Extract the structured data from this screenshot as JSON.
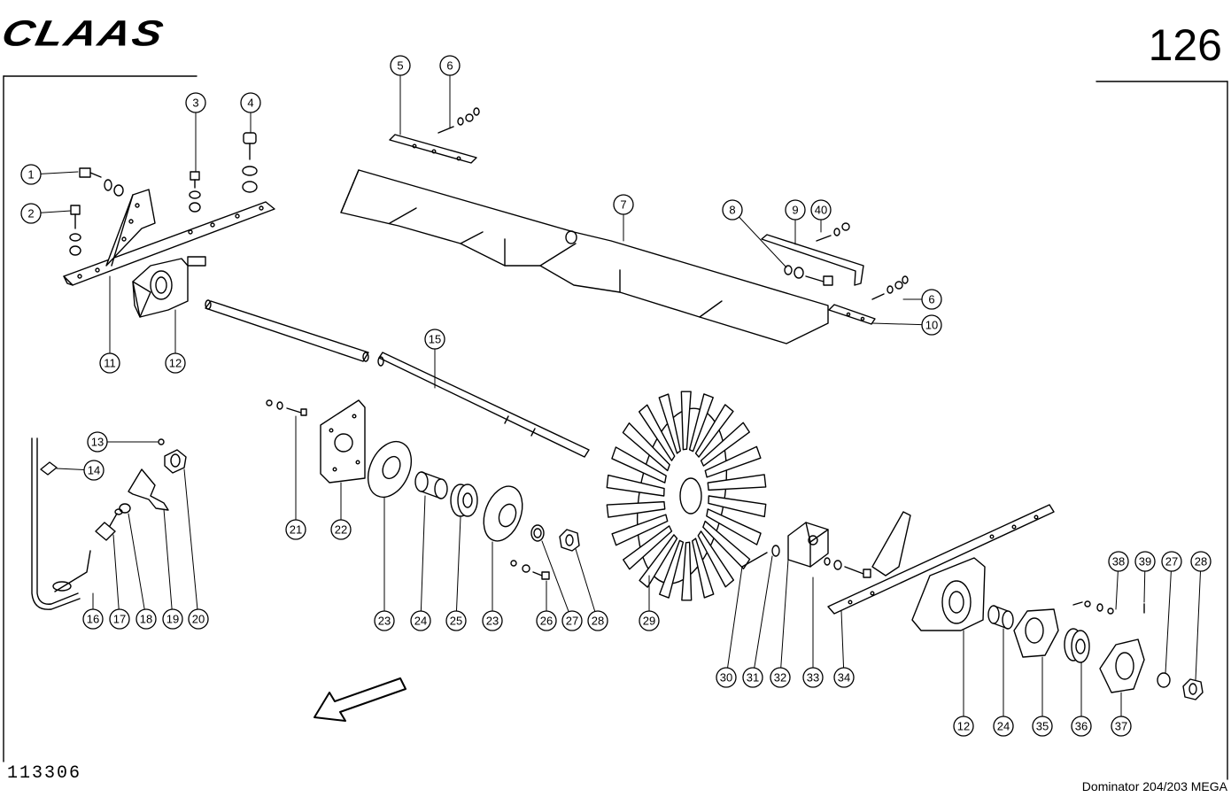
{
  "header": {
    "brand": "CLAAS",
    "page_number": "126"
  },
  "footer": {
    "drawing_number": "113306",
    "model": "Dominator 204/203 MEGA"
  },
  "callouts": [
    {
      "id": "c1",
      "label": "1"
    },
    {
      "id": "c2",
      "label": "2"
    },
    {
      "id": "c3",
      "label": "3"
    },
    {
      "id": "c4",
      "label": "4"
    },
    {
      "id": "c5",
      "label": "5"
    },
    {
      "id": "c6a",
      "label": "6"
    },
    {
      "id": "c7",
      "label": "7"
    },
    {
      "id": "c8",
      "label": "8"
    },
    {
      "id": "c9",
      "label": "9"
    },
    {
      "id": "c40",
      "label": "40"
    },
    {
      "id": "c6b",
      "label": "6"
    },
    {
      "id": "c10",
      "label": "10"
    },
    {
      "id": "c11",
      "label": "11"
    },
    {
      "id": "c12a",
      "label": "12"
    },
    {
      "id": "c15",
      "label": "15"
    },
    {
      "id": "c13",
      "label": "13"
    },
    {
      "id": "c14",
      "label": "14"
    },
    {
      "id": "c16",
      "label": "16"
    },
    {
      "id": "c17",
      "label": "17"
    },
    {
      "id": "c18",
      "label": "18"
    },
    {
      "id": "c19",
      "label": "19"
    },
    {
      "id": "c20",
      "label": "20"
    },
    {
      "id": "c21",
      "label": "21"
    },
    {
      "id": "c22",
      "label": "22"
    },
    {
      "id": "c23a",
      "label": "23"
    },
    {
      "id": "c24a",
      "label": "24"
    },
    {
      "id": "c25",
      "label": "25"
    },
    {
      "id": "c23b",
      "label": "23"
    },
    {
      "id": "c26",
      "label": "26"
    },
    {
      "id": "c27a",
      "label": "27"
    },
    {
      "id": "c28a",
      "label": "28"
    },
    {
      "id": "c29",
      "label": "29"
    },
    {
      "id": "c30",
      "label": "30"
    },
    {
      "id": "c31",
      "label": "31"
    },
    {
      "id": "c32",
      "label": "32"
    },
    {
      "id": "c33",
      "label": "33"
    },
    {
      "id": "c34",
      "label": "34"
    },
    {
      "id": "c38",
      "label": "38"
    },
    {
      "id": "c39",
      "label": "39"
    },
    {
      "id": "c27b",
      "label": "27"
    },
    {
      "id": "c28b",
      "label": "28"
    },
    {
      "id": "c12b",
      "label": "12"
    },
    {
      "id": "c24b",
      "label": "24"
    },
    {
      "id": "c35",
      "label": "35"
    },
    {
      "id": "c36",
      "label": "36"
    },
    {
      "id": "c37",
      "label": "37"
    }
  ]
}
